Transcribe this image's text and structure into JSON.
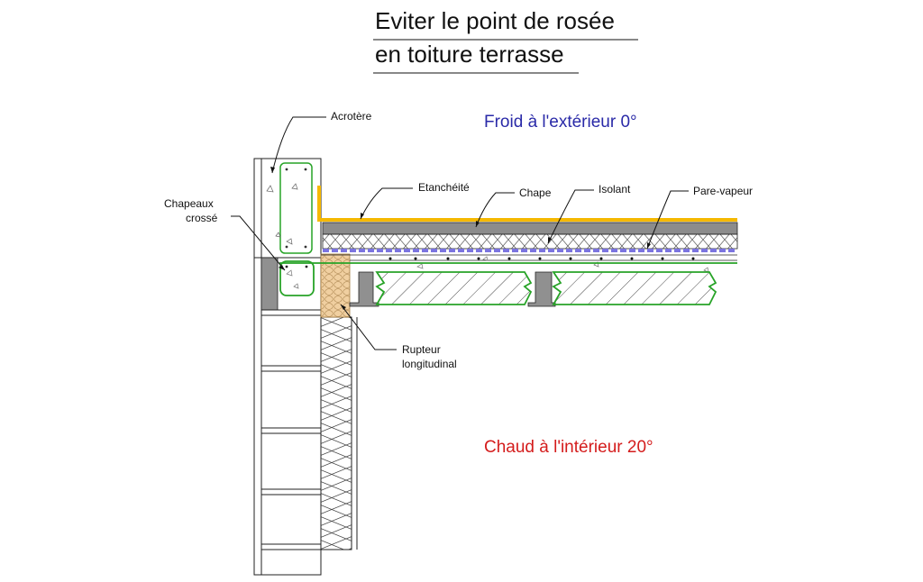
{
  "title": {
    "line1": "Eviter le point de rosée",
    "line2": "en toiture terrasse"
  },
  "zones": {
    "exterior": "Froid à l'extérieur 0°",
    "interior": "Chaud à l'intérieur 20°"
  },
  "labels": {
    "acrotere": "Acrotère",
    "chapeaux_line1": "Chapeaux",
    "chapeaux_line2": "crossé",
    "etancheite": "Etanchéité",
    "chape": "Chape",
    "isolant": "Isolant",
    "pare_vapeur": "Pare-vapeur",
    "rupteur_line1": "Rupteur",
    "rupteur_line2": "longitudinal"
  },
  "colors": {
    "waterproofing": "#f5b800",
    "vapor_barrier": "#7b74e0",
    "rebar": "#27a327",
    "thermal_break": "#f0cfa0",
    "screed": "#8c8c8c",
    "cold_text": "#2a2aa8",
    "warm_text": "#d41c1c"
  }
}
